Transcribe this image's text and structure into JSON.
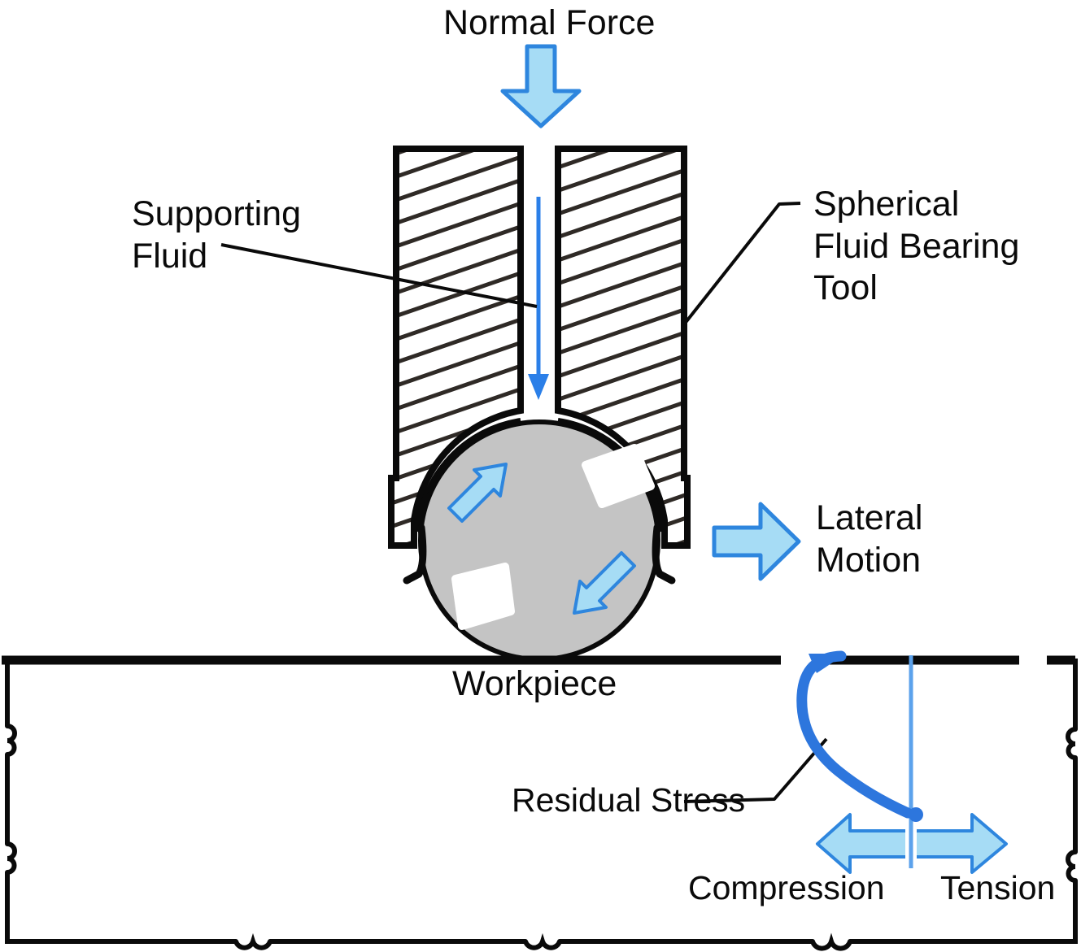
{
  "title": "Spherical Fluid Bearing Tool schematic",
  "labels": {
    "normal_force": "Normal Force",
    "supporting_fluid": "Supporting\nFluid",
    "spherical_tool": "Spherical\nFluid Bearing\nTool",
    "lateral_motion": "Lateral\nMotion",
    "workpiece": "Workpiece",
    "residual_stress": "Residual Stress",
    "compression": "Compression",
    "tension": "Tension"
  },
  "icons": {
    "normal_force_arrow": "block-arrow-down",
    "supporting_fluid_flow_arrow": "thin-arrow-down",
    "sphere_rotation_arrow_upper": "block-arrow-up-right",
    "sphere_rotation_arrow_lower": "block-arrow-down-left",
    "lateral_motion_arrow": "block-arrow-right",
    "stress_double_arrow": "block-arrow-left-right",
    "workpiece_break_marks": "break-squiggle"
  },
  "colors": {
    "arrow_fill": "#a6dcf5",
    "arrow_stroke": "#2e86de",
    "fluid_blue": "#2b7fe8",
    "curve_blue": "#2d76dd",
    "axis_blue": "#5ca2ec",
    "sphere_gray": "#c4c4c4",
    "hatch_brown": "#2f2a26",
    "line_black": "#0a0a0a",
    "text": "#0a0a0a"
  }
}
